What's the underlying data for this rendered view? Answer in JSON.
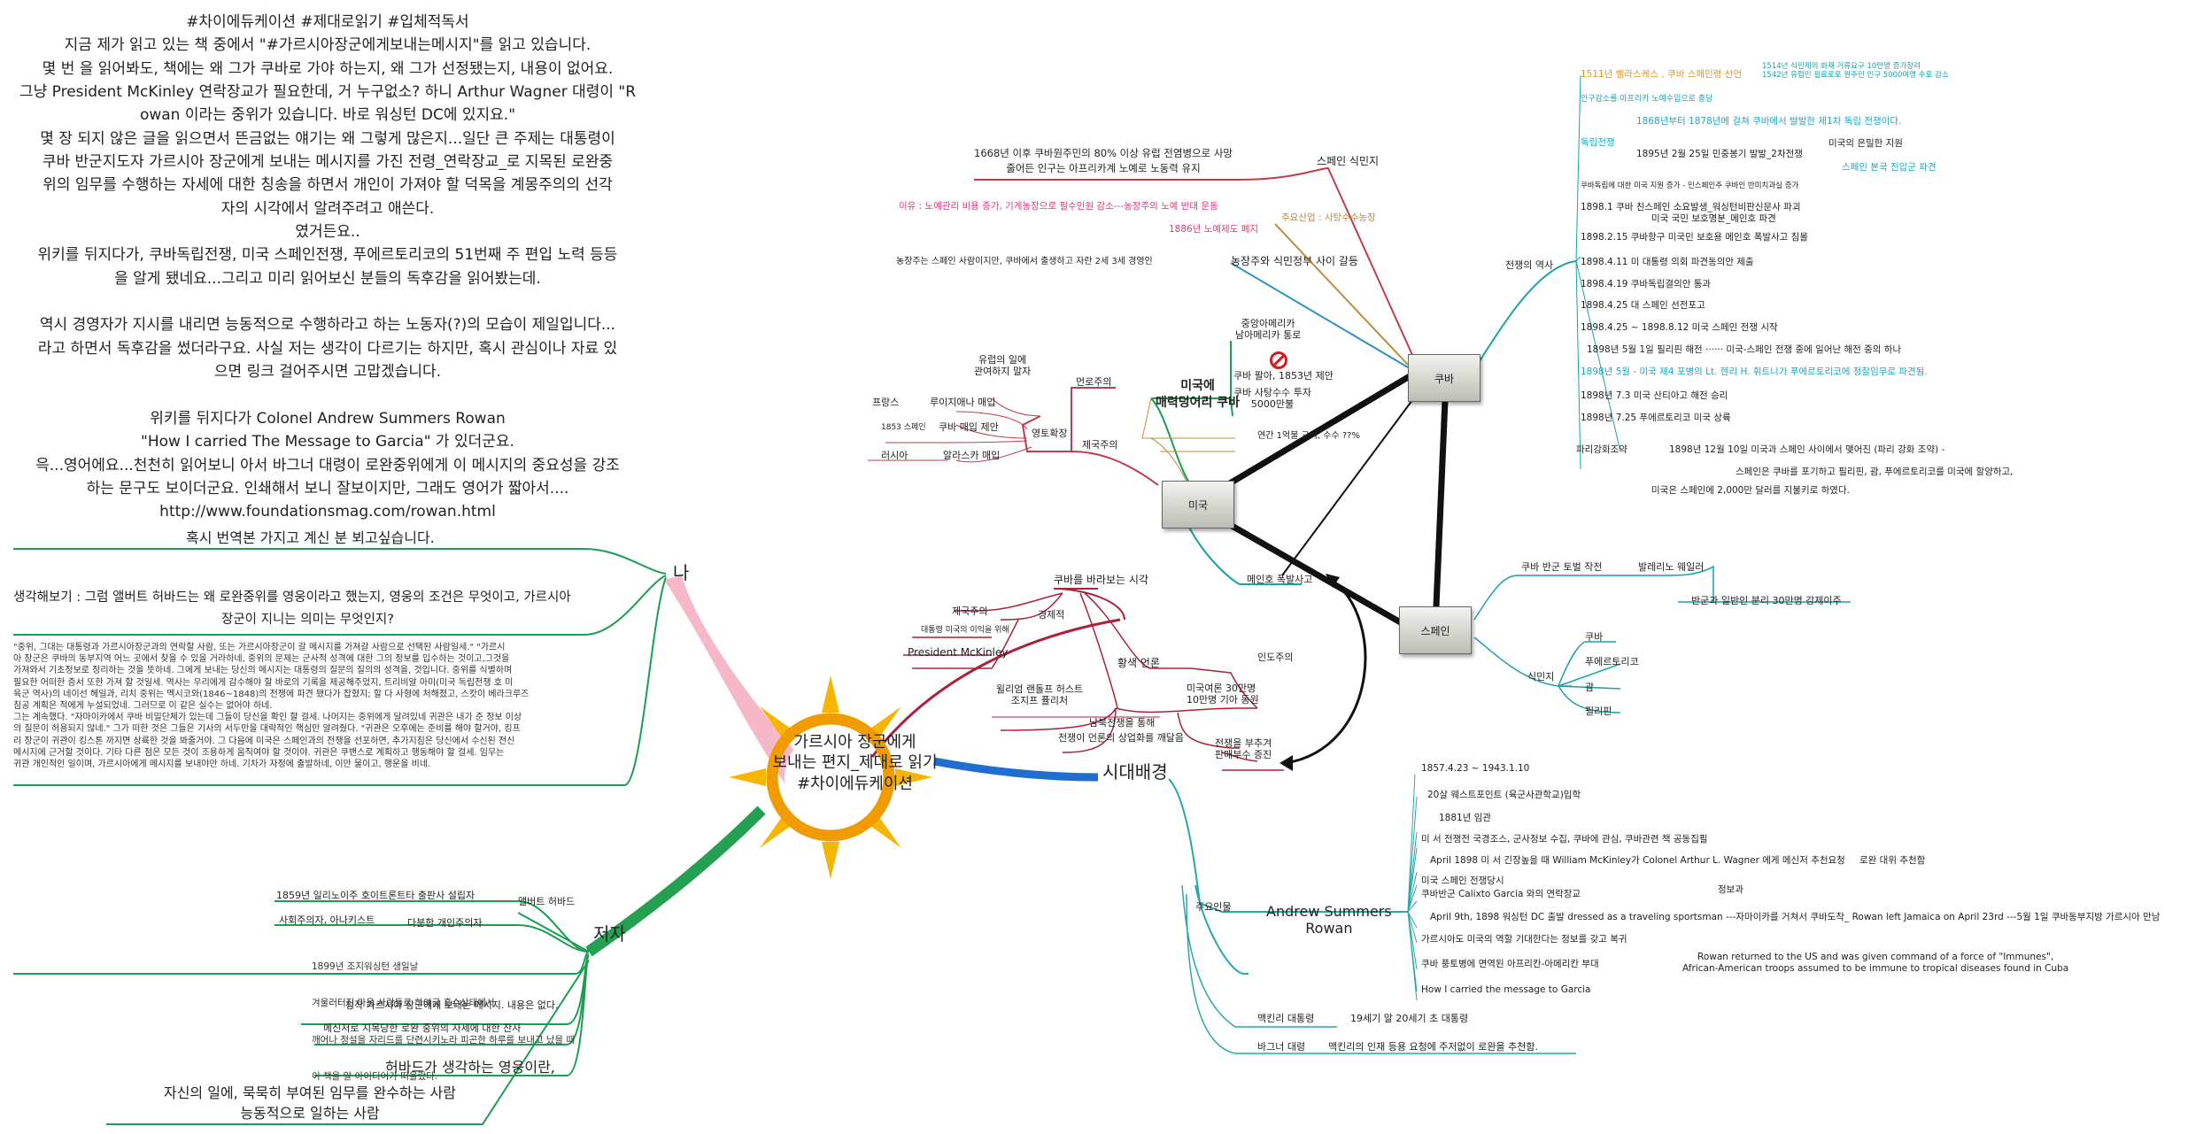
{
  "colors": {
    "green": "#1a9e52",
    "teal": "#2aa7a7",
    "pink": "#ea8fb5",
    "red": "#c23b4a",
    "blue": "#2e8ec9",
    "orange": "#e4951a",
    "yellow": "#f5b800",
    "brown": "#c08a3c",
    "cyan": "#1ea7c4",
    "magenta": "#d63d7c",
    "black": "#111111"
  },
  "icons": {
    "center": "sun-icon",
    "box": "scroll-box-icon",
    "no_sign": "no-sign-icon"
  },
  "intro": {
    "lines": [
      "#차이에듀케이션 #제대로읽기 #입체적독서",
      "지금 제가 읽고 있는 책 중에서 \"#가르시아장군에게보내는메시지\"를 읽고 있습니다.",
      "몇 번 을 읽어봐도, 책에는 왜 그가 쿠바로 가야 하는지, 왜 그가 선정됐는지, 내용이 없어요.",
      "그냥 President McKinley 연락장교가 필요한데, 거 누구없소? 하니 Arthur Wagner 대령이 \"R",
      "owan 이라는 중위가 있습니다. 바로 워싱턴 DC에 있지요.\"",
      "몇 장 되지 않은 글을 읽으면서 뜬금없는 얘기는 왜 그렇게 많은지...일단 큰 주제는 대통령이",
      "쿠바 반군지도자 가르시아 장군에게 보내는 메시지를 가진 전령_연락장교_로 지목된 로완중",
      "위의 임무를 수행하는 자세에 대한 칭송을 하면서 개인이 가져야 할 덕목을 계몽주의의 선각",
      "자의 시각에서 알려주려고 애쓴다.",
      "였거든요..",
      "위키를 뒤지다가, 쿠바독립전쟁, 미국 스페인전쟁, 푸에르토리코의 51번째 주 편입 노력 등등",
      "을 알게 됐네요...그리고 미리 읽어보신 분들의 독후감을 읽어봤는데.",
      "",
      "역시 경영자가 지시를 내리면 능동적으로 수행하라고 하는 노동자(?)의 모습이 제일입니다...",
      "라고 하면서 독후감을 썼더라구요. 사실 저는 생각이 다르기는 하지만, 혹시 관심이나 자료 있",
      "으면 링크 걸어주시면 고맙겠습니다.",
      "",
      "위키를 뒤지다가 Colonel Andrew Summers Rowan",
      "\"How I carried The Message to Garcia\" 가 있더군요.",
      "윽...영어에요...천천히 읽어보니 아서 바그너 대령이 로완중위에게 이 메시지의 중요성을 강조",
      "하는 문구도 보이더군요. 인쇄해서 보니 잘보이지만, 그래도 영어가 짧아서....",
      "http://www.foundationsmag.com/rowan.html"
    ]
  },
  "center": {
    "lines": [
      "가르시아 장군에게",
      "보내는 편지_제대로 읽기",
      "#차이에듀케이션"
    ]
  },
  "me": {
    "branch": "나",
    "request": "혹시 번역본 가지고 계신 분 뵈고싶습니다.",
    "question": [
      "생각해보기 : 그럼 앨버트 허바드는 왜 로완중위를 영웅이라고 했는지, 영웅의 조건은 무엇이고, 가르시아",
      "장군이 지니는 의미는 무엇인지?"
    ],
    "quote": [
      "\"중위, 그대는 대통령과 가르시아장군과의 연락할 사람, 또는 가르시아장군이 갈 메시지를 가져갈 사람으로 선택된 사람일세.\" \"가르시",
      "아 장군은 쿠바의 동부지역 어느 곳에서 찾을 수 있을 거라하네, 중위의 문제는 군사적 성격에 대한 그의 정보를 입수하는 것이고,그것을",
      "가져와서 기초정보로 정리하는 것을 뜻하네. 그에게 보내는 당신의 메시지는 대통령의 질문의 질의의 성격을, 것입니다. 중위를 식별하며",
      "필요한 어떠한 증서 또한 가져 할 것일세. 역사는 우리에게 감수해야 할 바로의 기록을 제공해주었지, 트리비알 아미(미국 독립전쟁 호 미",
      "육군 역사)의 네이선 헤일과, 리치 중위는 멕시코와(1846~1848)의 전쟁에 파견 됐다가 잡혔지; 할 다 사형에 처해졌고, 스캇이 베라크루즈",
      "침공 계획은 적에게 누설되었네. 그러므로 이 같은 실수는 없어야 하네.",
      "그는 계속했다. \"자마이카에서 쿠바 비밀단체가 있는데 그들이 당신을 확인 할 걸세. 나머지는 중위에게 달려있네 귀관은 내가 준 정보 이상",
      "의 질문이 허용되지 않네.\" 그가 떠한 것은 그들은 기사의 서두만을 대략적인 핵심만 알려줬다. \"귀관은 오후에는 준비를 해야 할거야, 킹프",
      "리 장군이 귀관이 킹스톤 까지면 상륙한 것을 봐줄거야. 그 다음에 미국은 스페인과의 전쟁을 선포하면, 추가지침은 당신에서 수신된 전신",
      "메시지에 근거할 것이다. 기타 다른 점은 모든 것이 조용하게 움직여야 할 것이야. 귀관은 쿠밴스로 계획하고 행동해야 할 걸세. 임무는",
      "귀관 개인적인 일이며, 가르시아에게 메시지를 보내야만 하네. 기차가 자정에 출발하네, 이만 물이고, 행운을 비네."
    ]
  },
  "author": {
    "branch": "저자",
    "name": "앨버트 허바드",
    "born": "1859년 일리노이주 호이트론트타 출판사 설립자",
    "social": "사회주의자, 아나키스트",
    "multi": "다분한 개인주의자",
    "bio": [
      "1899년 조지워싱턴 생일날",
      "겨울러터진 마음 사람들로 하여금 흥수상태에서",
      "깨어나 정설을 자리드를 단련시키노라 피곤한 하루를 보내고 났을 때",
      "이 책을 알 아이디어가 떠올랐다."
    ],
    "note1": "정작 가르시아 장군에게 보내는 메시지. 내용은 없다.",
    "note2": "메신저로 지목당한 로완 중위의 자세에 대한 찬사",
    "hero_title": "허바드가 생각하는 영웅이란,",
    "hero_lines": [
      "자신의 일에, 묵묵히 부여된 임무를 완수하는 사람",
      "능동적으로 일하는 사람"
    ]
  },
  "boxes": {
    "cuba": "쿠바",
    "usa": "미국",
    "spain": "스페인"
  },
  "usa_side": {
    "title": [
      "미국에",
      "매력덩어리 쿠바"
    ],
    "south": [
      "중앙아메리카",
      "남아메리카 통로"
    ],
    "buy": "쿠바 팔아, 1853년 제안",
    "invest": [
      "쿠바 사탕수수 투자",
      "5000만불"
    ],
    "sugar_ratio": "연간 1억불 교역, 수수 ??%",
    "imperial": "제국주의",
    "monroe": "먼로주의",
    "monroe_sub": [
      "유럽의 일에",
      "관여하지 말자"
    ],
    "expansion": "영토확장",
    "france": "프랑스",
    "louisiana": "루이지애나 매입",
    "y1853": "1853 스페인",
    "cuba_buy": "쿠바 매입 제안",
    "russia": "러시아",
    "alaska": "알라스카 매입",
    "maine": "메인호 폭발사고"
  },
  "view": {
    "title": "쿠바를 바라보는 시각",
    "imperial": "제국주의",
    "imperial_sub": "대통령 미국의 이익을 위해",
    "mckinley": "President McKinley",
    "economic": "경제적",
    "yellow": "황색 언론",
    "hearst": [
      "윌리엄 랜돌프 허스트",
      "조지프 퓰리처"
    ],
    "ussr": "남북전쟁을 통해",
    "media": "전쟁이 언론의 상업화를 깨달음",
    "humanity": "인도주의",
    "paper": [
      "미국여론 30만명",
      "10만명 기아 동원"
    ],
    "war": [
      "전쟁을 부추겨",
      "판매부수 증진"
    ]
  },
  "cuba_side": {
    "colony": "스페인 식민지",
    "y1668": [
      "1668년 이후 쿠바원주민의 80% 이상 유럽 전염병으로 사망",
      "줄어든 인구는 아프리카계 노예로 노동력 유지"
    ],
    "industry": "주요산업 : 사탕수수농장",
    "reason": "이유 : 노예관리 비용 증가, 기계농장으로 필수인원 감소---농장주의 노예 반대 운동",
    "y1886": "1886년 노예제도 폐지",
    "conflict": "농장주와 식민정부 사이 갈등",
    "conflict_sub": "농장주는 스페인 사람이지만, 쿠바에서 출생하고 자란 2세 3세 경영인",
    "history": "전쟁의 역사",
    "h1511": "1511년 벨라스케스 , 쿠바 스페인령 선언",
    "h1514": [
      "1514년 식민제의 화재 거류요구 10만명 증가장려",
      "1542년 유럽민 필료로로 원주민 인구 5000여명 수로 감소"
    ],
    "hpop": "인구감소를 아프리카 노예수입으로 충당",
    "independence": "독립전쟁",
    "h1868": "1868년부터 1878년에 걸쳐 쿠바에서 발발한 제1차 독립 전쟁이다.",
    "h1895": "1895년 2월 25일 민중봉기 발발_2차전쟁",
    "h1895a": "미국의 은밀한 지원",
    "h1895b": "스페인 본국 진압군 파견",
    "nationalism": "쿠바독립에 대한 미국 지원 증가 - 민스페인주 쿠바인 반미치과실 증가",
    "t18981": [
      "1898.1 쿠바 친스페인 소요발생_워싱턴비판신문사 파괴",
      "미국 국민 보호명분_메인호 파견"
    ],
    "t189825": "1898.2.15 쿠바항구 미국민 보호용 메인호 폭발사고 침몰",
    "t189841": "1898.4.11 미 대통령 의회 파견동의안 제출",
    "t189849": "1898.4.19 쿠바독립결의안 통과",
    "t1898425": "1898.4.25 대 스페인 선전포고",
    "t1898428": "1898.4.25 ~ 1898.8.12 미국 스페인 전쟁 시작",
    "t18985": "1898년 5월 1일 필리핀 해전 ······ 미국-스페인 전쟁 중에 일어난 해전 중의 하나",
    "t18985b": "1898년 5월 - 미국 제4 포병의 Lt. 헨리 H. 휘트니가 푸에르토리코에 정찰임무로 파견됨.",
    "t18987": "1898년 7.3 미국 산티아고 해전 승리",
    "t189872": "1898년 7.25 푸에르토리코 미국 상륙",
    "paris": "파리강화조약",
    "paris1": "1898년 12월 10일 미국과 스페인 사이에서 맺어진 (파리 강화 조약) -",
    "paris2": "스페인은 쿠바를 포기하고 필리핀, 괌, 푸에르토리코를 미국에 할양하고,",
    "paris3": "미국은 스페인에 2,000만 달러를 지불키로 하였다."
  },
  "spain_side": {
    "rebel": "쿠바 반군 토벌 작전",
    "weyler": "발레리노 웨일러",
    "camp": "반군과 일반인 분리 30만명 강제이주",
    "colonies": "식민지",
    "c1": "쿠바",
    "c2": "푸에르토리코",
    "c3": "괌",
    "c4": "필리핀"
  },
  "era": {
    "branch": "시대배경",
    "main_people": "주요인물",
    "rowan": [
      "Andrew Summers",
      "Rowan"
    ],
    "r1": "1857.4.23 ~ 1943.1.10",
    "r2": "20살 웨스트포인트 (육군사관학교)입학",
    "r3": "1881년 임관",
    "r4": "미 서 전쟁전 국경조스, 군사정보 수집, 쿠바에 관심, 쿠바관련 책 공동집필",
    "r5": "April 1898 미 서 긴장높을 때 William McKinley가 Colonel Arthur L. Wagner 에게 메신저 추천요청",
    "r5b": "로완 대위 추천함",
    "r6": "미국 스페인 전쟁당시",
    "r6b": "쿠바반군 Calixto Garcia 와의 연락장교",
    "r6c": "정보과",
    "r7": "April 9th, 1898 워싱턴 DC 출발 dressed as a traveling sportsman ---자마이카를 거쳐서 쿠바도착_ Rowan left Jamaica on April 23rd ---5월 1일 쿠바동부지방 가르시아 만남",
    "r8": "가르시아도 미국의 역할 기대한다는 정보를 갖고 복귀",
    "r9": "쿠바 풍토병에 면역된 아프리칸-아메리칸 부대",
    "r9b": [
      "Rowan returned to the US and was given command of a force of \"Immunes\",",
      "African-American troops assumed to be immune to tropical diseases found in Cuba"
    ],
    "r10": "How I carried the message to Garcia",
    "mck": "맥킨리 대통령",
    "mck_sub": "19세기 말 20세기 초 대통령",
    "wag": "바그너 대령",
    "wag_sub": "맥킨리의 인재 등용 요청에 주저없이 로완을 추천함."
  }
}
